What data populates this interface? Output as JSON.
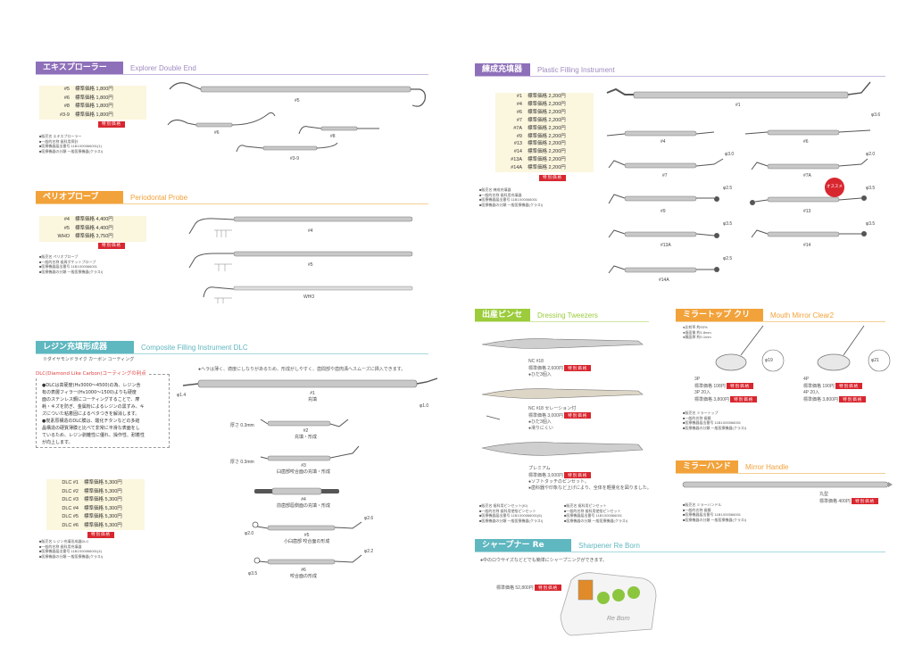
{
  "colors": {
    "purple": "#8e6fb9",
    "orange": "#f2a23a",
    "teal": "#5fb7c0",
    "green": "#9ccc3c",
    "red": "#d8262f",
    "price_bg": "#fbf6de"
  },
  "explorer": {
    "title_jp": "エキスプローラー 両頭",
    "title_en": "Explorer Double End",
    "rows": [
      {
        "m": "#5",
        "p": "標準価格 1,800円"
      },
      {
        "m": "#6",
        "p": "標準価格 1,800円"
      },
      {
        "m": "#8",
        "p": "標準価格 1,800円"
      },
      {
        "m": "#3-9",
        "p": "標準価格 1,800円"
      }
    ],
    "badge": "特別価格",
    "notes": [
      "■販売名 エキスプローラー",
      "■一般的名称 歯科用探針",
      "■医療機器届出番号 11B1X00066001(1)",
      "■医療機器の分類 一般医療機器(クラスI)"
    ],
    "labels": [
      "#5",
      "#6",
      "#8",
      "#3-9"
    ]
  },
  "perio": {
    "title_jp": "ペリオプローブ",
    "title_en": "Periodontal Probe",
    "rows": [
      {
        "m": "#4",
        "p": "標準価格 4,400円"
      },
      {
        "m": "#5",
        "p": "標準価格 4,400円"
      },
      {
        "m": "WHO",
        "p": "標準価格 3,750円"
      }
    ],
    "badge": "特別価格",
    "notes": [
      "■販売名 ペリオプローブ",
      "■一般的名称 歯周ポケットプローブ",
      "■医療機器届出番号 11B1X00066001",
      "■医療機器の分類 一般医療機器(クラスI)"
    ],
    "labels": [
      "#4",
      "#5",
      "WHO"
    ]
  },
  "resin": {
    "title_jp": "レジン充填形成器 DLC",
    "title_en": "Composite Filling Instrument DLC",
    "subtitle": "※ダイヤモンドライク カーボン コーティング",
    "box_title": "DLC(Diamond Like Carbon)コーティングの利点",
    "box_text": [
      "●DLCは高硬度(Hv3000～4500)の為、レジン含",
      "有の表層フィラー(Hv1000～1500)よりも硬度",
      "面のステンレス鋼にコーティングすることで、摩",
      "耗・キズを防ぎ、金属粉によるレジンの黒ずみ、キ",
      "ズについた粘着固によるベタつきを解消します。",
      "●炭素原構造のDLC膜は、酸化チタンなどの多結",
      "晶構造の硬質薄膜と比べて非常に平滑な表面をし",
      "ているため、レジン剥離性に優れ、操作性、耐着性",
      "が向上します。"
    ],
    "note_top": "●ヘラは薄く、適度にしなりがあるため、形成がしやすく、歯間部や歯肉溝へスムーズに挿入できます。",
    "rows": [
      {
        "m": "DLC #1",
        "p": "標準価格 5,300円"
      },
      {
        "m": "DLC #2",
        "p": "標準価格 5,300円"
      },
      {
        "m": "DLC #3",
        "p": "標準価格 5,300円"
      },
      {
        "m": "DLC #4",
        "p": "標準価格 5,300円"
      },
      {
        "m": "DLC #5",
        "p": "標準価格 5,300円"
      },
      {
        "m": "DLC #6",
        "p": "標準価格 5,300円"
      }
    ],
    "badge": "特別価格",
    "notes": [
      "■販売名 レジン充填形成器DLC",
      "■一般的名称 歯科用充填器",
      "■医療機器届出番号 11B1X00066001(4)",
      "■医療機器の分類 一般医療機器(クラスI)"
    ],
    "labels": [
      {
        "n": "#1",
        "d": "充填"
      },
      {
        "n": "#2",
        "d": "充填・形成"
      },
      {
        "n": "#3",
        "d": "臼歯部咬合面の充填・形成"
      },
      {
        "n": "#4",
        "d": "前歯部唇側面の充填・形成"
      },
      {
        "n": "#5",
        "d": "小臼歯部 咬合面の形成"
      },
      {
        "n": "#6",
        "d": "咬合面の形成"
      }
    ],
    "thickness": "厚さ 0.3mm",
    "dims": [
      "φ1.4",
      "φ1.0",
      "φ2.6",
      "φ2.0",
      "φ2.2",
      "φ3.5"
    ]
  },
  "plastic": {
    "title_jp": "練成充填器",
    "title_en": "Plastic Filling Instrument",
    "rows": [
      {
        "m": "#1",
        "p": "標準価格 2,200円"
      },
      {
        "m": "#4",
        "p": "標準価格 2,200円"
      },
      {
        "m": "#6",
        "p": "標準価格 2,200円"
      },
      {
        "m": "#7",
        "p": "標準価格 2,200円"
      },
      {
        "m": "#7A",
        "p": "標準価格 2,200円"
      },
      {
        "m": "#9",
        "p": "標準価格 2,200円"
      },
      {
        "m": "#13",
        "p": "標準価格 2,200円"
      },
      {
        "m": "#14",
        "p": "標準価格 2,200円"
      },
      {
        "m": "#13A",
        "p": "標準価格 2,200円"
      },
      {
        "m": "#14A",
        "p": "標準価格 2,200円"
      }
    ],
    "badge": "特別価格",
    "notes": [
      "■販売名 練成充填器",
      "■一般的名称 歯科用充填器",
      "■医療機器届出番号 11B1X00066001",
      "■医療機器の分類 一般医療機器(クラスI)"
    ],
    "labels": [
      "#1",
      "#4",
      "#6",
      "#7",
      "#7A",
      "#9",
      "#13",
      "#13A",
      "#14",
      "#14A"
    ],
    "dims": [
      "φ3.6",
      "φ3.0",
      "φ2.0",
      "φ2.5",
      "φ3.5",
      "φ3.5",
      "φ3.5",
      "φ2.5"
    ],
    "recommend": "オススメ"
  },
  "tweezers": {
    "title_jp": "出産ピンセット",
    "title_en": "Dressing Tweezers",
    "items": [
      {
        "name": "NC #18",
        "price": "標準価格 2,600円",
        "feat": "●ひだ3個入"
      },
      {
        "name": "NC #18 セレーション付",
        "price": "標準価格 3,000円",
        "feat": "●ひだ3個入",
        "feat2": "●滑りにくい"
      },
      {
        "name": "プレミアム",
        "price": "標準価格 3,000円",
        "feat": "●ソフトタッチのピンセット。",
        "feat2": "●歯科器や印象など上げにより、全体を軽量化を図りました。"
      }
    ],
    "badge": "特別価格",
    "notes1": [
      "■販売名 歯科用ピンセット(KI)",
      "■一般的名称 歯科用使捨ピンセット",
      "■医療機器届出番号 11B1X00066001(6)",
      "■医療機器の分類 一般医療機器(クラスI)"
    ],
    "notes2": [
      "■販売名 歯科用ピンセット",
      "■一般的名称 歯科用使捨ピンセット",
      "■医療機器届出番号 11B1X00066001",
      "■医療機器の分類 一般医療機器(クラスI)"
    ]
  },
  "mirror": {
    "title_jp": "ミラートップ クリアー2",
    "title_en": "Mouth Mirror Clear2",
    "desc": [
      "●反射率 約93%",
      "●歯面像 約1.8mm",
      "●鏡面厚 約0.1mm"
    ],
    "items": [
      {
        "size": "φ19",
        "code": "3P",
        "price": "標準価格 108円",
        "code2": "3P 20入",
        "price2": "標準価格 3,800円"
      },
      {
        "size": "φ21",
        "code": "4P",
        "price": "標準価格 190円",
        "code2": "4P 20入",
        "price2": "標準価格 3,800円"
      }
    ],
    "badge": "特別価格",
    "notes": [
      "■販売名 ミラートップ",
      "■一般的名称 歯鏡",
      "■医療機器届出番号 11B1X00066001",
      "■医療機器の分類 一般医療機器(クラスI)"
    ]
  },
  "handle": {
    "title_jp": "ミラーハンドル",
    "title_en": "Mirror Handle",
    "item": "丸型",
    "price": "標準価格 400円",
    "badge": "特別価格",
    "notes": [
      "■販売名 ミラーハンドル",
      "■一般的名称 歯鏡",
      "■医療機器届出番号 11B1X00066001",
      "■医療機器の分類 一般医療機器(クラスI)"
    ]
  },
  "sharpener": {
    "title_jp": "シャープナー Re Born(リボン)",
    "title_en": "Sharpener Re Born",
    "feat": "●中のロウサイズなどどでも簡単にシャープニングができます。",
    "price": "標準価格 52,800円",
    "badge": "特別価格",
    "brand": "Re Born"
  }
}
